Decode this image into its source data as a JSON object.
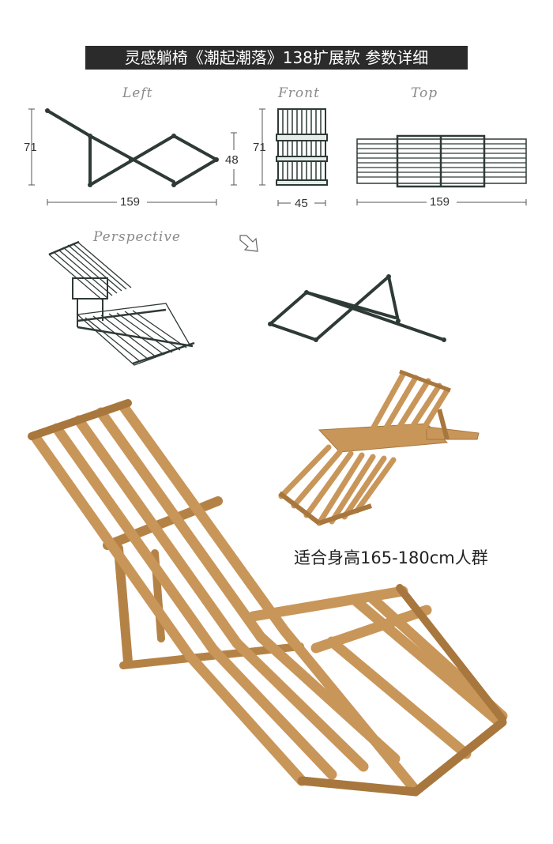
{
  "title": "灵感躺椅《潮起潮落》138扩展款 参数详细",
  "views": {
    "left": "Left",
    "front": "Front",
    "top": "Top",
    "perspective": "Perspective"
  },
  "dimensions": {
    "left_height": "71",
    "left_width": "159",
    "left_mid_height": "48",
    "front_height": "71",
    "front_width": "45",
    "top_width": "159"
  },
  "caption": "适合身高165-180cm人群",
  "colors": {
    "title_bg": "#2b2b2b",
    "frame_dark": "#2e3a36",
    "wood": "#c9965a",
    "wood_dark": "#a8773d"
  },
  "icons": {
    "arrow": "diagonal-arrow-icon"
  }
}
